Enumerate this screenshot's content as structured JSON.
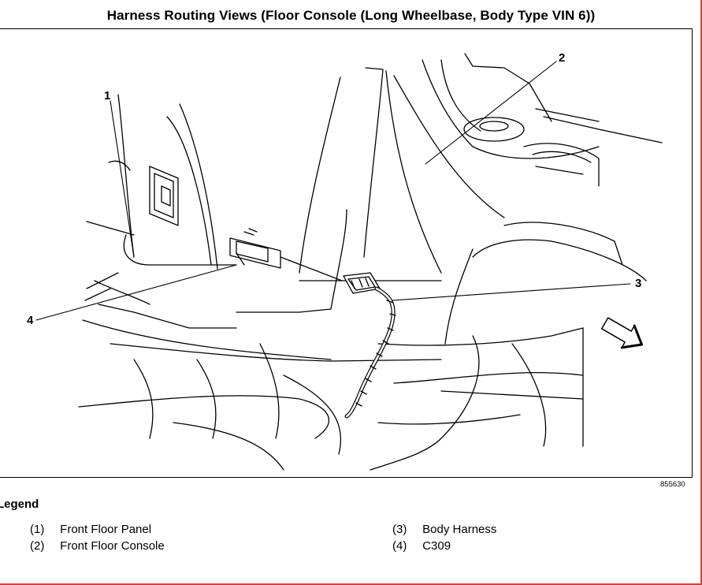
{
  "title": "Harness Routing Views (Floor Console (Long Wheelbase, Body Type VIN 6))",
  "figure_code": "855630",
  "callouts": [
    "1",
    "2",
    "3",
    "4"
  ],
  "legend": {
    "title": "Legend",
    "items": [
      {
        "num": "(1)",
        "label": "Front Floor Panel"
      },
      {
        "num": "(2)",
        "label": "Front Floor Console"
      },
      {
        "num": "(3)",
        "label": "Body Harness"
      },
      {
        "num": "(4)",
        "label": "C309"
      }
    ]
  },
  "icons": [
    "front-direction-arrow-icon"
  ]
}
